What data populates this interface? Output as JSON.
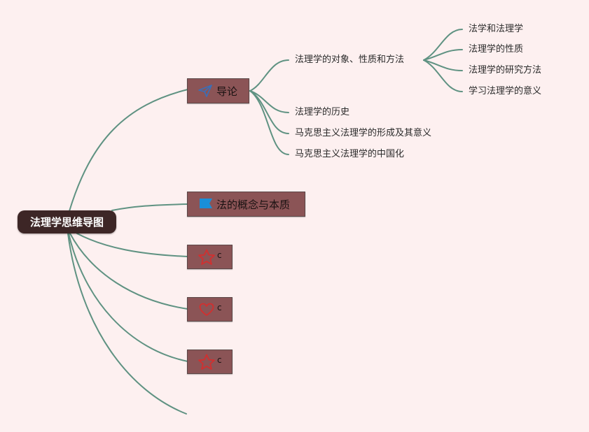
{
  "root": {
    "label": "法理学思维导图"
  },
  "branches": [
    {
      "label": "导论",
      "icon": "paper-plane-icon",
      "color": "#3a6fb8"
    },
    {
      "label": "法的概念与本质",
      "icon": "flag-icon",
      "color": "#1a8fd8"
    },
    {
      "label": "c",
      "icon": "star-icon",
      "color": "#d22f2f"
    },
    {
      "label": "c",
      "icon": "heart-icon",
      "color": "#d22f2f"
    },
    {
      "label": "c",
      "icon": "star-icon",
      "color": "#d22f2f"
    }
  ],
  "intro_topics": [
    "法理学的对象、性质和方法",
    "法理学的历史",
    "马克思主义法理学的形成及其意义",
    "马克思主义法理学的中国化"
  ],
  "object_subtopics": [
    "法学和法理学",
    "法理学的性质",
    "法理学的研究方法",
    "学习法理学的意义"
  ],
  "colors": {
    "edge": "#5f9282",
    "root_fill": "#3d2626",
    "branch_fill": "#8b5456",
    "background": "#fdf0f0"
  }
}
